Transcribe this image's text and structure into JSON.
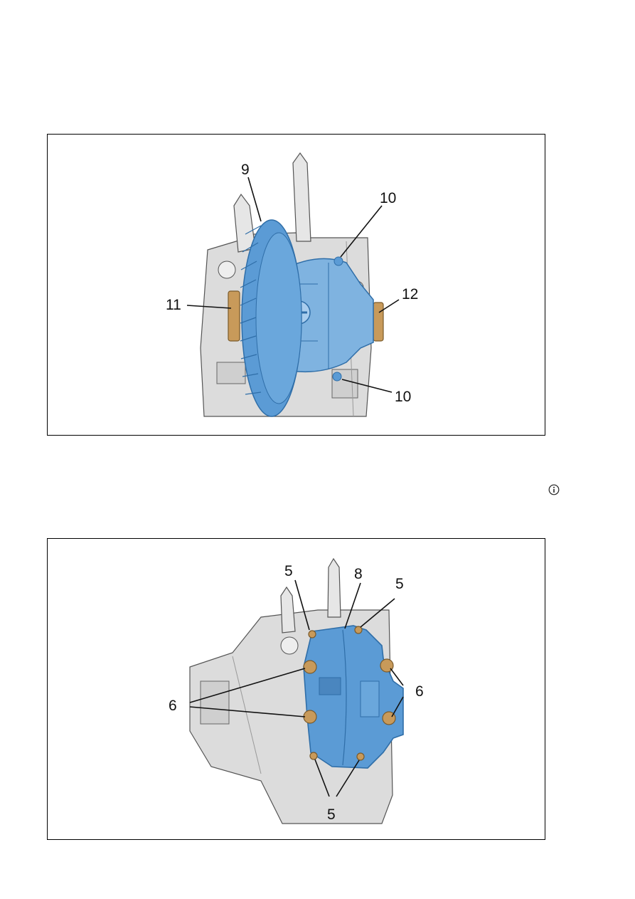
{
  "figure1": {
    "callouts": {
      "gear": "9",
      "dowel_top": "10",
      "bearing_right": "12",
      "bearing_left": "11",
      "dowel_bottom": "10"
    }
  },
  "info_icon": "info-circle-icon",
  "figure2": {
    "callouts": {
      "bolt_top_left": "5",
      "cover": "8",
      "bolt_top_right": "5",
      "bolts_left": "6",
      "bolts_right": "6",
      "bolts_bottom": "5"
    }
  },
  "colors": {
    "part_blue": "#5b9bd5",
    "part_blue_dark": "#2f6ea8",
    "bearing_bronze": "#c89a5a",
    "housing_grey": "#dcdcdc",
    "outline": "#333333"
  }
}
